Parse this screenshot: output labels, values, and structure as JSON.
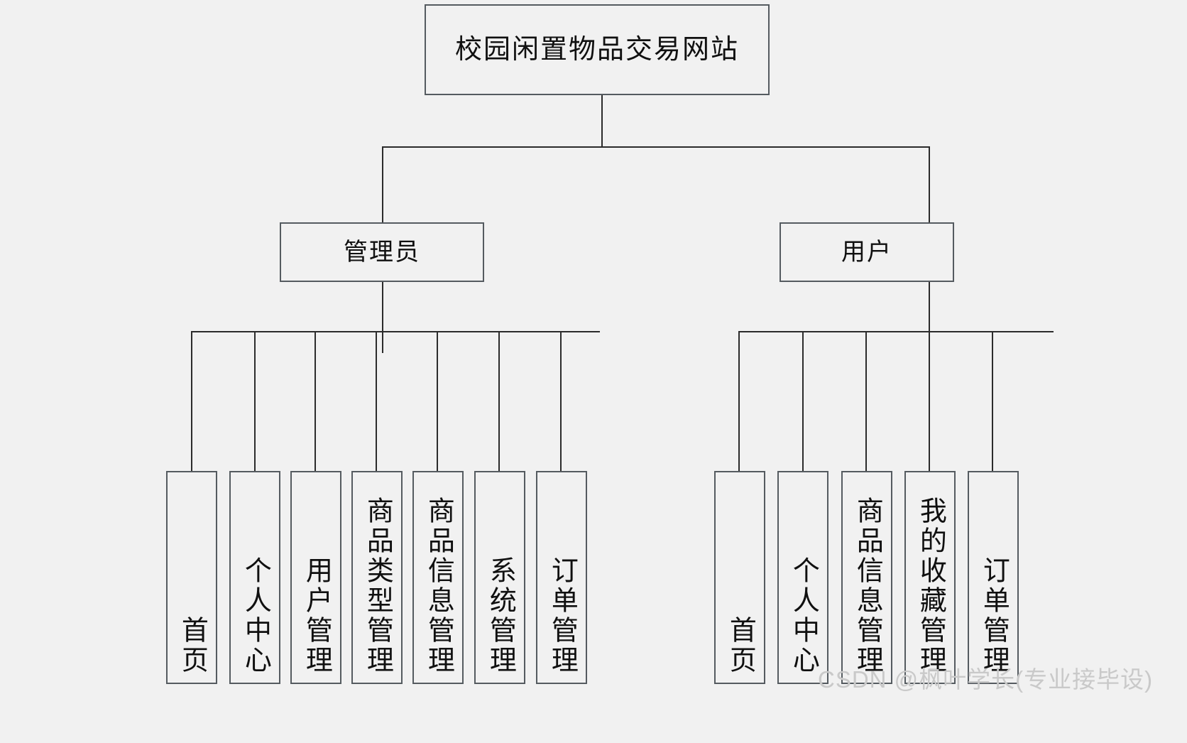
{
  "diagram": {
    "type": "tree-hierarchy",
    "title": "校园闲置物品交易网站",
    "root": {
      "label": "校园闲置物品交易网站"
    },
    "roles": [
      {
        "id": "admin",
        "label": "管理员"
      },
      {
        "id": "user",
        "label": "用户"
      }
    ],
    "admin_features": [
      {
        "label": "首页"
      },
      {
        "label": "个人中心"
      },
      {
        "label": "用户管理"
      },
      {
        "label": "商品类型管理"
      },
      {
        "label": "商品信息管理"
      },
      {
        "label": "系统管理"
      },
      {
        "label": "订单管理"
      }
    ],
    "user_features": [
      {
        "label": "首页"
      },
      {
        "label": "个人中心"
      },
      {
        "label": "商品信息管理"
      },
      {
        "label": "我的收藏管理"
      },
      {
        "label": "订单管理"
      }
    ],
    "watermark": "CSDN @枫叶学长(专业接毕设)",
    "colors": {
      "background": "#f1f1f1",
      "box_border": "#555b60",
      "line": "#2b2b2b",
      "text": "#101010",
      "watermark": "#c9c9c9"
    }
  }
}
